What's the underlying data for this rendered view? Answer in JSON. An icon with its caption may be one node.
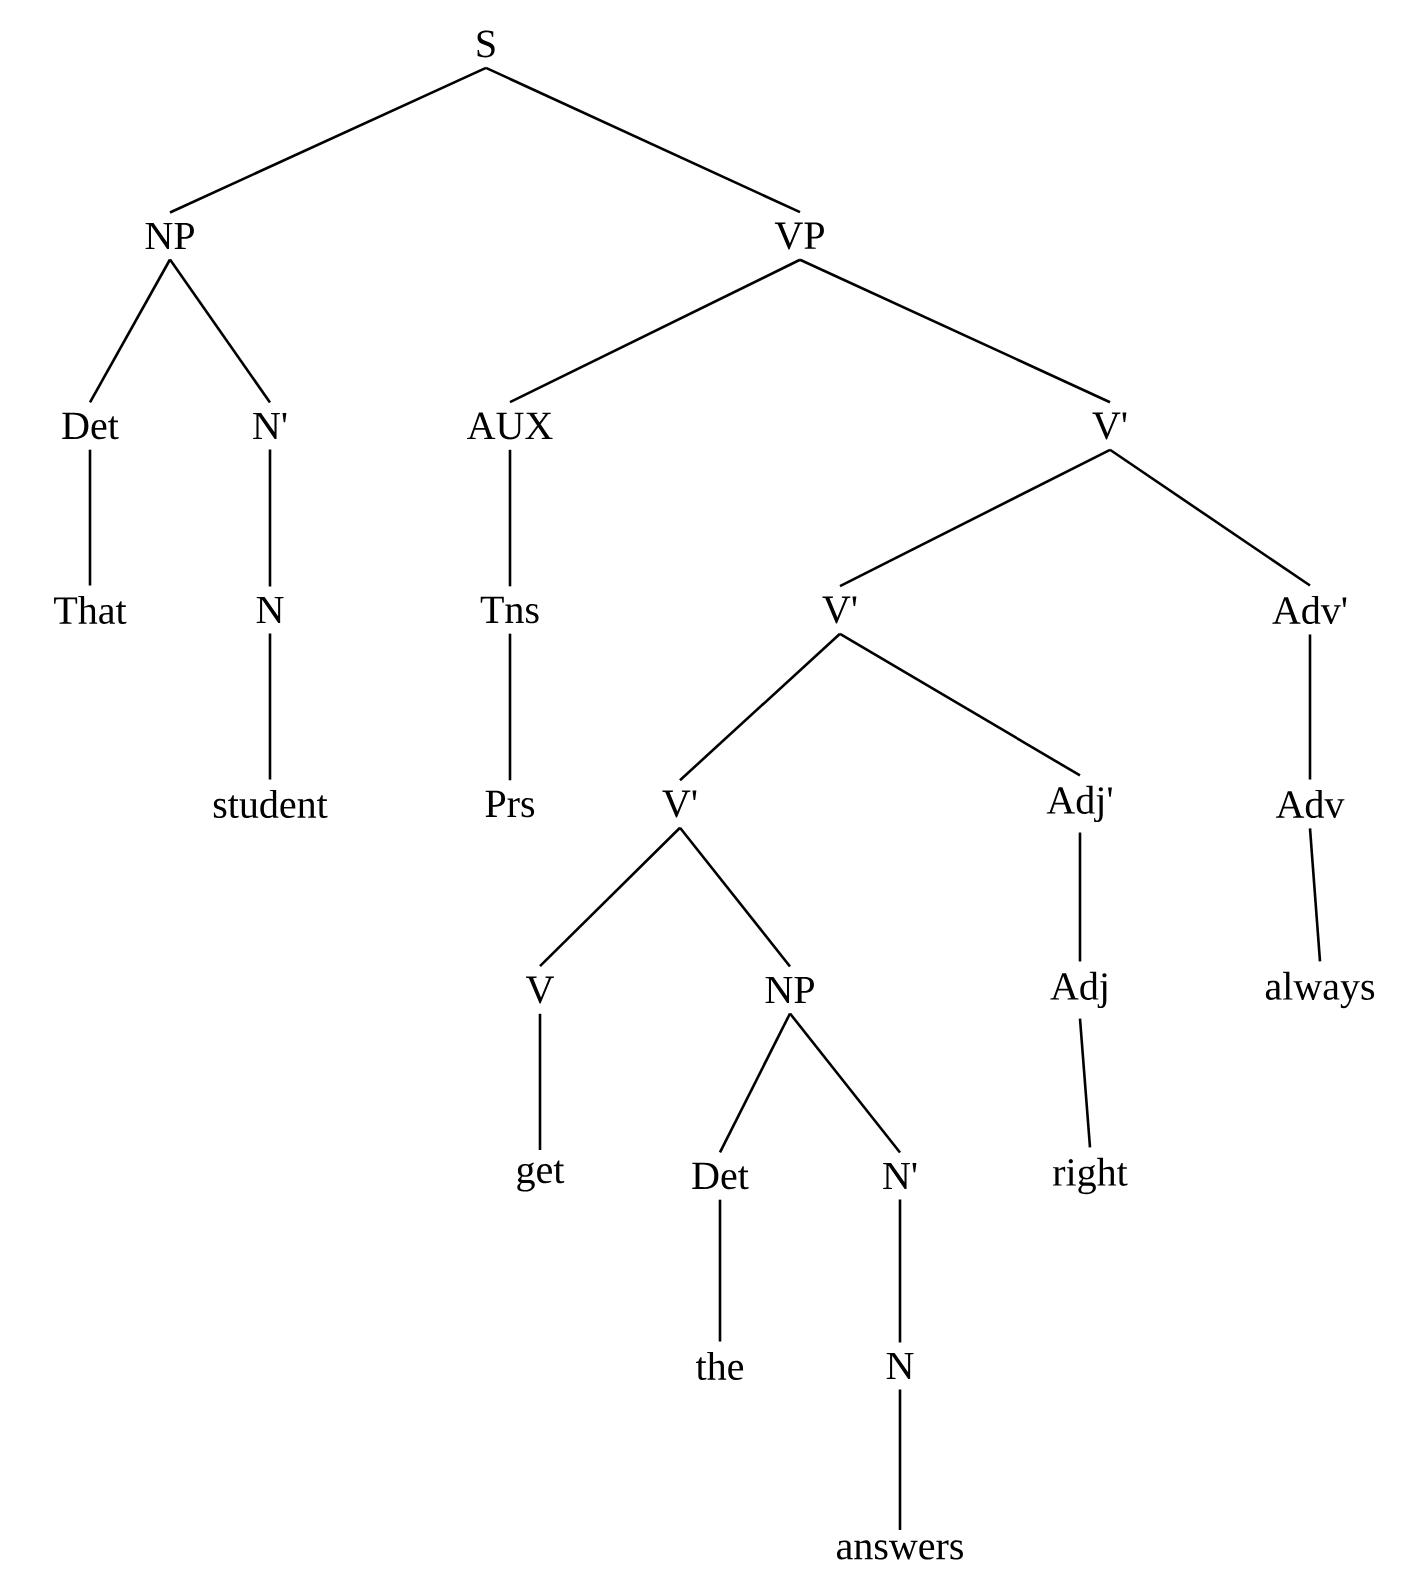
{
  "diagram": {
    "nodes": [
      {
        "text": [
          "S"
        ]
      },
      {
        "text": [
          "NP"
        ]
      },
      {
        "text": [
          "VP"
        ]
      },
      {
        "text": [
          "Det"
        ]
      },
      {
        "text": [
          "N'"
        ]
      },
      {
        "text": [
          "AUX"
        ]
      },
      {
        "text": [
          "V'"
        ]
      },
      {
        "text": [
          "That"
        ]
      },
      {
        "text": [
          "N"
        ]
      },
      {
        "text": [
          "Tns"
        ]
      },
      {
        "text": [
          "V'"
        ]
      },
      {
        "text": [
          "Adv'"
        ]
      },
      {
        "text": [
          "student"
        ]
      },
      {
        "text": [
          "Prs"
        ]
      },
      {
        "text": [
          "V'"
        ]
      },
      {
        "text": [
          "Adj'"
        ]
      },
      {
        "text": [
          "Adv"
        ]
      },
      {
        "text": [
          "V"
        ]
      },
      {
        "text": [
          "NP"
        ]
      },
      {
        "text": [
          "Adj"
        ]
      },
      {
        "text": [
          "always"
        ]
      },
      {
        "text": [
          "get"
        ]
      },
      {
        "text": [
          "Det"
        ]
      },
      {
        "text": [
          "N'"
        ]
      },
      {
        "text": [
          "right"
        ]
      },
      {
        "text": [
          "the"
        ]
      },
      {
        "text": [
          "N"
        ]
      },
      {
        "text": [
          "answers"
        ]
      }
    ],
    "edges": [
      {
        "from": 0,
        "to": 1,
        "arrow": "none"
      },
      {
        "from": 0,
        "to": 2,
        "arrow": "none"
      },
      {
        "from": 1,
        "to": 3,
        "arrow": "none"
      },
      {
        "from": 1,
        "to": 4,
        "arrow": "none"
      },
      {
        "from": 2,
        "to": 5,
        "arrow": "none"
      },
      {
        "from": 2,
        "to": 6,
        "arrow": "none"
      },
      {
        "from": 3,
        "to": 7,
        "arrow": "none"
      },
      {
        "from": 4,
        "to": 8,
        "arrow": "none"
      },
      {
        "from": 5,
        "to": 9,
        "arrow": "none"
      },
      {
        "from": 6,
        "to": 10,
        "arrow": "none"
      },
      {
        "from": 6,
        "to": 11,
        "arrow": "none"
      },
      {
        "from": 8,
        "to": 12,
        "arrow": "none"
      },
      {
        "from": 9,
        "to": 13,
        "arrow": "none"
      },
      {
        "from": 10,
        "to": 14,
        "arrow": "none"
      },
      {
        "from": 10,
        "to": 15,
        "arrow": "none"
      },
      {
        "from": 11,
        "to": 16,
        "arrow": "none"
      },
      {
        "from": 14,
        "to": 17,
        "arrow": "none"
      },
      {
        "from": 14,
        "to": 18,
        "arrow": "none"
      },
      {
        "from": 15,
        "to": 19,
        "arrow": "none"
      },
      {
        "from": 16,
        "to": 20,
        "arrow": "none"
      },
      {
        "from": 17,
        "to": 21,
        "arrow": "none"
      },
      {
        "from": 18,
        "to": 22,
        "arrow": "none"
      },
      {
        "from": 18,
        "to": 23,
        "arrow": "none"
      },
      {
        "from": 19,
        "to": 24,
        "arrow": "none"
      },
      {
        "from": 22,
        "to": 25,
        "arrow": "none"
      },
      {
        "from": 23,
        "to": 26,
        "arrow": "none"
      },
      {
        "from": 26,
        "to": 27,
        "arrow": "none"
      }
    ]
  }
}
